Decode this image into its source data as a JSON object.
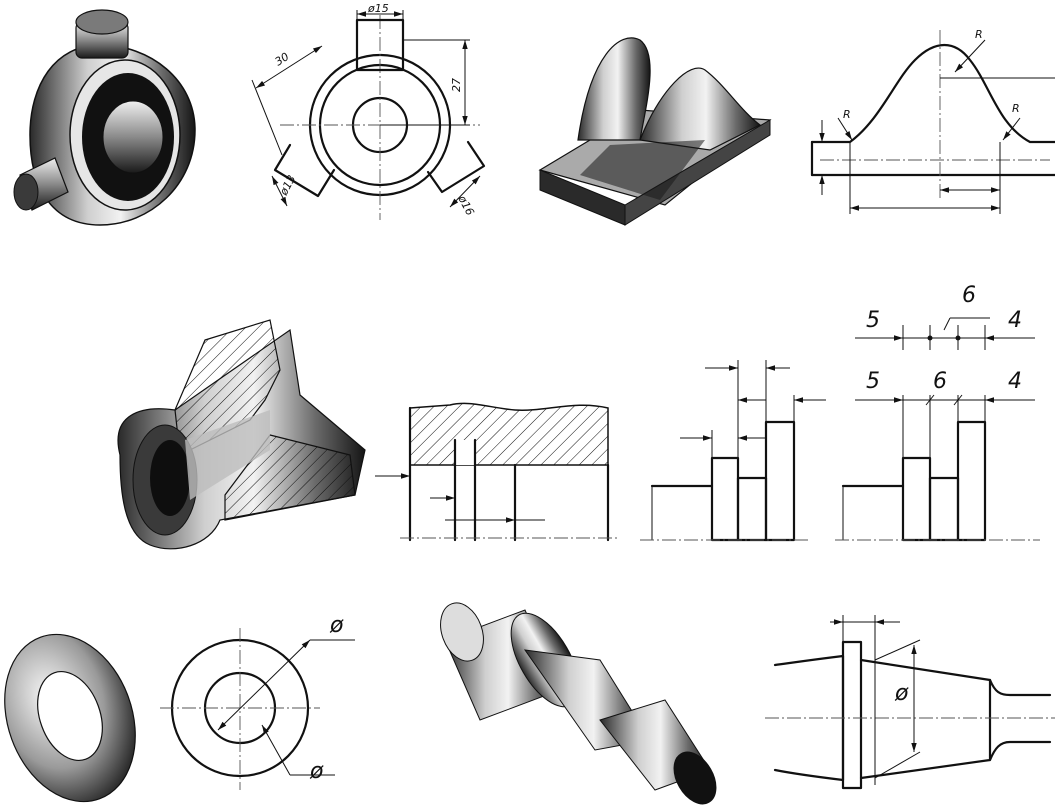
{
  "bracket_view": {
    "dim_top_dia": "ø15",
    "dim_radius_len": "30",
    "dim_height": "27",
    "dim_left_dia": "ø13",
    "dim_right_dia": "ø16"
  },
  "profile_view": {
    "radius_top": "R",
    "radius_left": "R",
    "radius_right": "R"
  },
  "chain_dims": {
    "top_left": "5",
    "top_mid": "6",
    "top_right": "4",
    "bottom_left": "5",
    "bottom_mid": "6",
    "bottom_right": "4"
  },
  "washer_view": {
    "outer_dia": "ø",
    "inner_dia": "ø"
  },
  "shaft_view": {
    "cone_dia": "ø"
  }
}
